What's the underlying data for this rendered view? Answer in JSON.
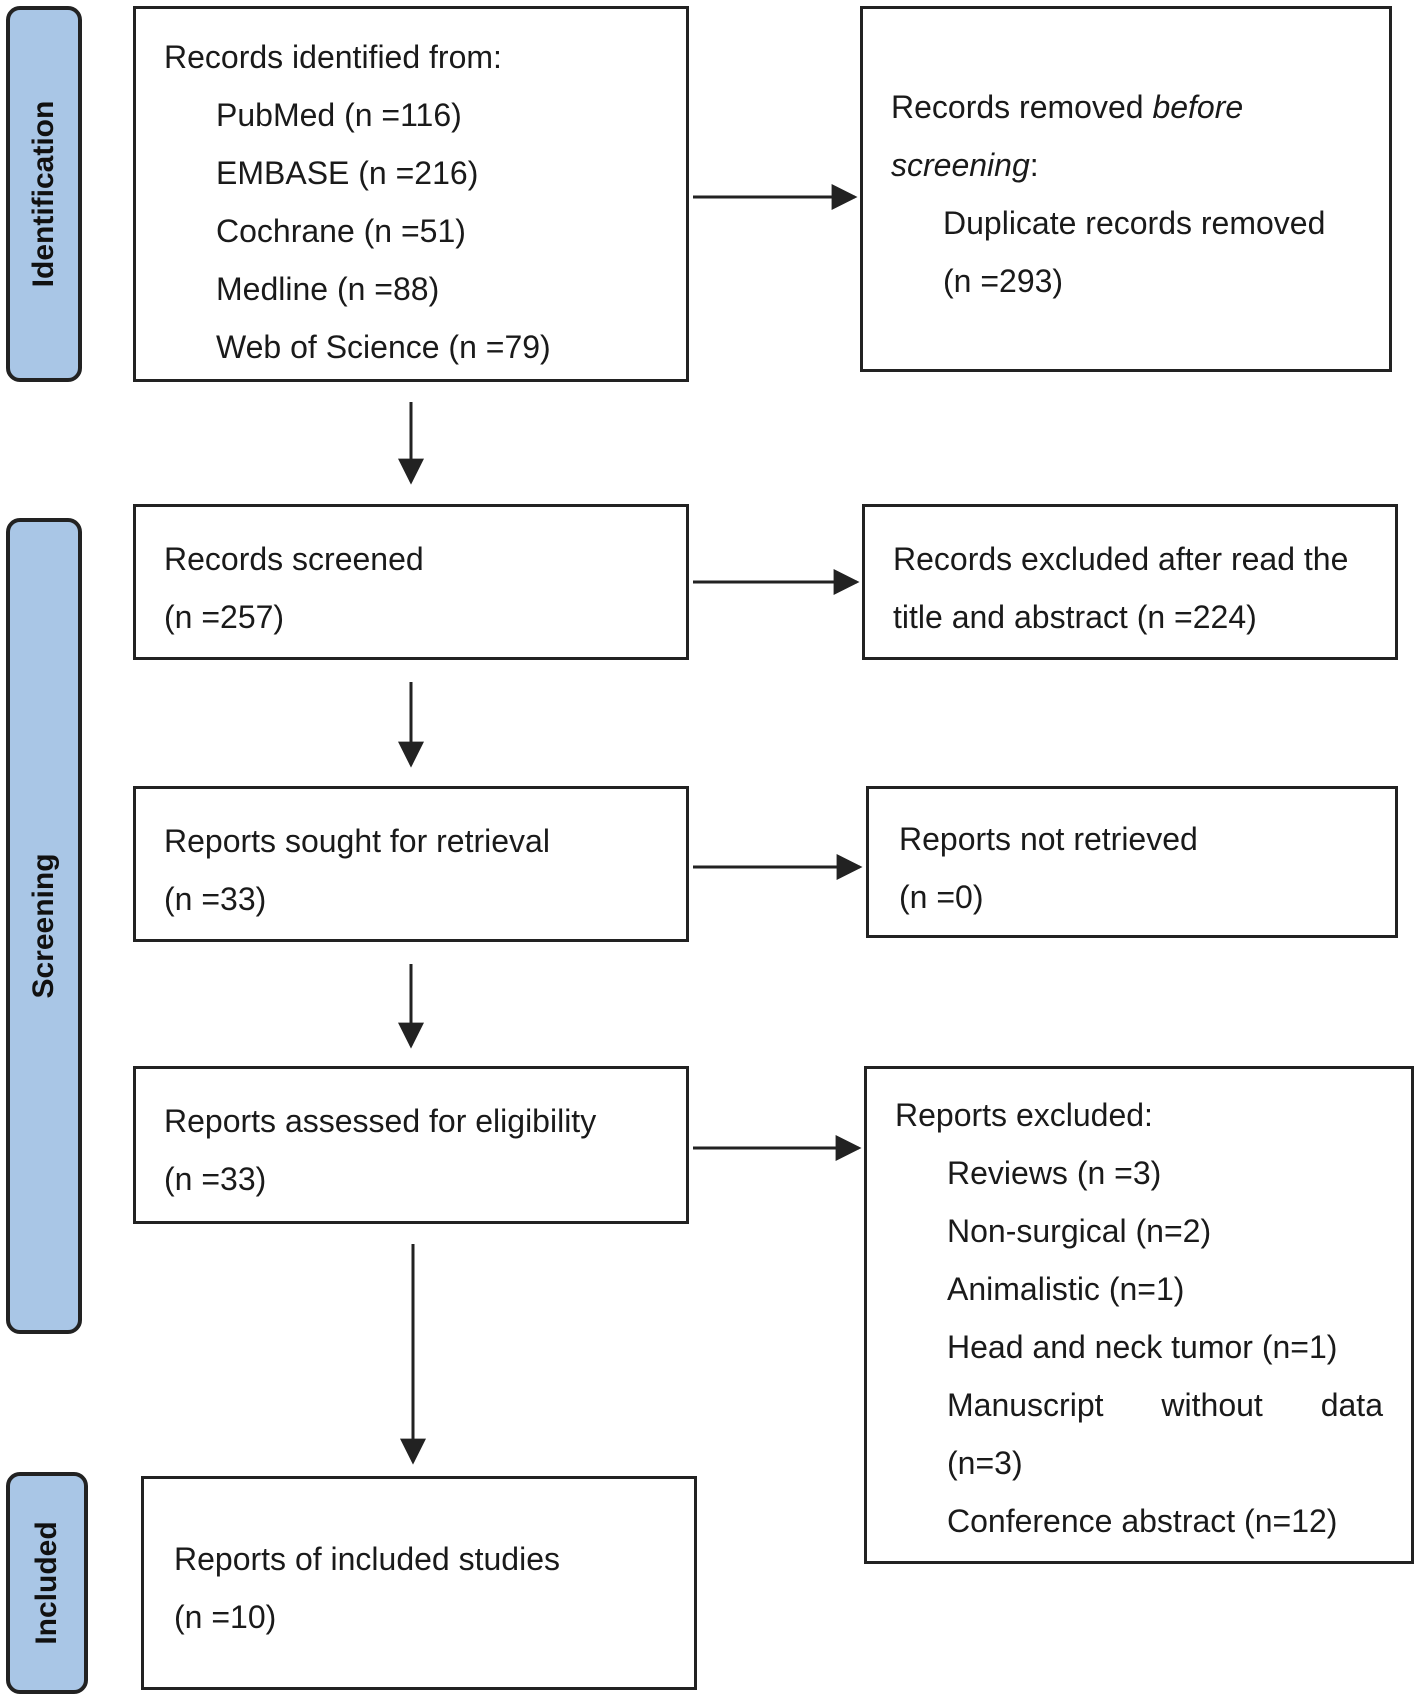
{
  "phases": {
    "identification": "Identification",
    "screening": "Screening",
    "included": "Included"
  },
  "identified": {
    "heading": "Records identified from:",
    "sources": [
      "PubMed (n =116)",
      "EMBASE (n =216)",
      "Cochrane (n =51)",
      "Medline (n =88)",
      "Web of Science (n =79)"
    ]
  },
  "removed": {
    "heading_plain": "Records removed ",
    "heading_italic_1": "before",
    "heading_italic_2": "screening",
    "heading_colon": ":",
    "detail": "Duplicate records removed",
    "count": "(n =293)"
  },
  "screened": {
    "label": "Records screened",
    "count": "(n =257)"
  },
  "excluded_abstract": {
    "line1": "Records excluded after read the",
    "line2": "title and abstract (n =224)"
  },
  "sought": {
    "label": "Reports sought for retrieval",
    "count": "(n =33)"
  },
  "not_retrieved": {
    "label": "Reports not retrieved",
    "count": "(n =0)"
  },
  "assessed": {
    "label": "Reports assessed for eligibility",
    "count": "(n =33)"
  },
  "reports_excluded": {
    "heading": "Reports excluded:",
    "reasons": [
      "Reviews (n =3)",
      "Non-surgical (n=2)",
      "Animalistic (n=1)",
      "Head and neck tumor (n=1)"
    ],
    "manuscript_words": [
      "Manuscript",
      "without",
      "data"
    ],
    "manuscript_count": "(n=3)",
    "last_reason": "Conference abstract (n=12)"
  },
  "included": {
    "label": "Reports of included studies",
    "count": "(n =10)"
  }
}
